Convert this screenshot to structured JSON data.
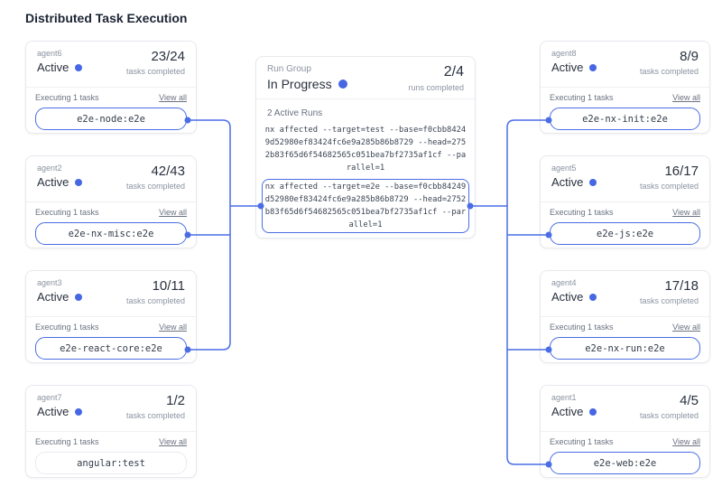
{
  "title": "Distributed Task Execution",
  "colors": {
    "accent": "#4a6de5",
    "status_dot": "#4667e2"
  },
  "left_agents": [
    {
      "id": "agent6",
      "status": "Active",
      "ratio": "23/24",
      "sub": "tasks completed",
      "executing_label": "Executing 1 tasks",
      "view_all_label": "View all",
      "task": "e2e-node:e2e",
      "connected": true
    },
    {
      "id": "agent2",
      "status": "Active",
      "ratio": "42/43",
      "sub": "tasks completed",
      "executing_label": "Executing 1 tasks",
      "view_all_label": "View all",
      "task": "e2e-nx-misc:e2e",
      "connected": true
    },
    {
      "id": "agent3",
      "status": "Active",
      "ratio": "10/11",
      "sub": "tasks completed",
      "executing_label": "Executing 1 tasks",
      "view_all_label": "View all",
      "task": "e2e-react-core:e2e",
      "connected": true
    },
    {
      "id": "agent7",
      "status": "Active",
      "ratio": "1/2",
      "sub": "tasks completed",
      "executing_label": "Executing 1 tasks",
      "view_all_label": "View all",
      "task": "angular:test",
      "connected": false
    }
  ],
  "right_agents": [
    {
      "id": "agent8",
      "status": "Active",
      "ratio": "8/9",
      "sub": "tasks completed",
      "executing_label": "Executing 1 tasks",
      "view_all_label": "View all",
      "task": "e2e-nx-init:e2e",
      "connected": true
    },
    {
      "id": "agent5",
      "status": "Active",
      "ratio": "16/17",
      "sub": "tasks completed",
      "executing_label": "Executing 1 tasks",
      "view_all_label": "View all",
      "task": "e2e-js:e2e",
      "connected": true
    },
    {
      "id": "agent4",
      "status": "Active",
      "ratio": "17/18",
      "sub": "tasks completed",
      "executing_label": "Executing 1 tasks",
      "view_all_label": "View all",
      "task": "e2e-nx-run:e2e",
      "connected": true
    },
    {
      "id": "agent1",
      "status": "Active",
      "ratio": "4/5",
      "sub": "tasks completed",
      "executing_label": "Executing 1 tasks",
      "view_all_label": "View all",
      "task": "e2e-web:e2e",
      "connected": true
    }
  ],
  "run_group": {
    "label": "Run Group",
    "status": "In Progress",
    "ratio": "2/4",
    "sub": "runs completed",
    "active_runs_label": "2 Active Runs",
    "commands": [
      {
        "highlighted": false,
        "full": "nx affected --target=test --base=f0cbb84249d52980ef83424fc6e9a285b86b8729 --head=2752b83f65d6f54682565c051bea7bf2735af1cf --parallel=1",
        "lines": [
          "nx affected --target=test --base=f0cbb8424",
          "9d52980ef83424fc6e9a285b86b8729 --head=275",
          "2b83f65d6f54682565c051bea7bf2735af1cf --pa",
          "rallel=1"
        ]
      },
      {
        "highlighted": true,
        "full": "nx affected --target=e2e --base=f0cbb84249d52980ef83424fc6e9a285b86b8729 --head=2752b83f65d6f54682565c051bea7bf2735af1cf --parallel=1",
        "lines": [
          "nx affected --target=e2e --base=f0cbb84249",
          "d52980ef83424fc6e9a285b86b8729 --head=2752",
          "b83f65d6f54682565c051bea7bf2735af1cf --par",
          "allel=1"
        ]
      }
    ]
  }
}
